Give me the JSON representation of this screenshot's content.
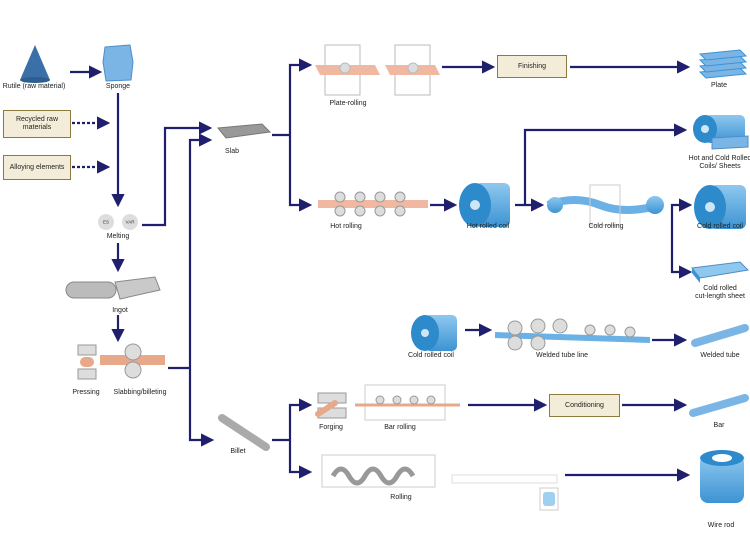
{
  "colors": {
    "arrow": "#1f1f6e",
    "box_fill": "#f3ecd8",
    "box_border": "#8c7a3e",
    "product_blue": "#5aa9e0",
    "copper": "#e8a98a"
  },
  "labels": {
    "rutile": "Rutile (raw material)",
    "sponge": "Sponge",
    "melting": "Melting",
    "melting_es": "ES",
    "melting_var": "VAR",
    "ingot": "Ingot",
    "pressing": "Pressing",
    "slabbing": "Slabbing/billeting",
    "slab": "Slab",
    "billet": "Billet",
    "plate_rolling": "Plate-rolling",
    "plate": "Plate",
    "hot_rolling": "Hot rolling",
    "hot_rolled_coil": "Hot rolled coil",
    "cold_rolling": "Cold rolling",
    "coils_sheets_1": "Hot and Cold Rolled",
    "coils_sheets_2": "Coils/ Sheets",
    "cold_rolled_coil": "Cold rolled coil",
    "cut_sheet_1": "Cold rolled",
    "cut_sheet_2": "cut-length sheet",
    "cold_rolled_coil_2": "Cold rolled coil",
    "welded_tube_line": "Welded tube line",
    "welded_tube": "Welded tube",
    "forging": "Forging",
    "bar_rolling": "Bar rolling",
    "bar": "Bar",
    "rolling": "Rolling",
    "wire_rod": "Wire rod"
  },
  "boxes": {
    "recycled": "Recycled raw materials",
    "alloying": "Alloying elements",
    "finishing": "Finishing",
    "conditioning": "Conditioning"
  }
}
